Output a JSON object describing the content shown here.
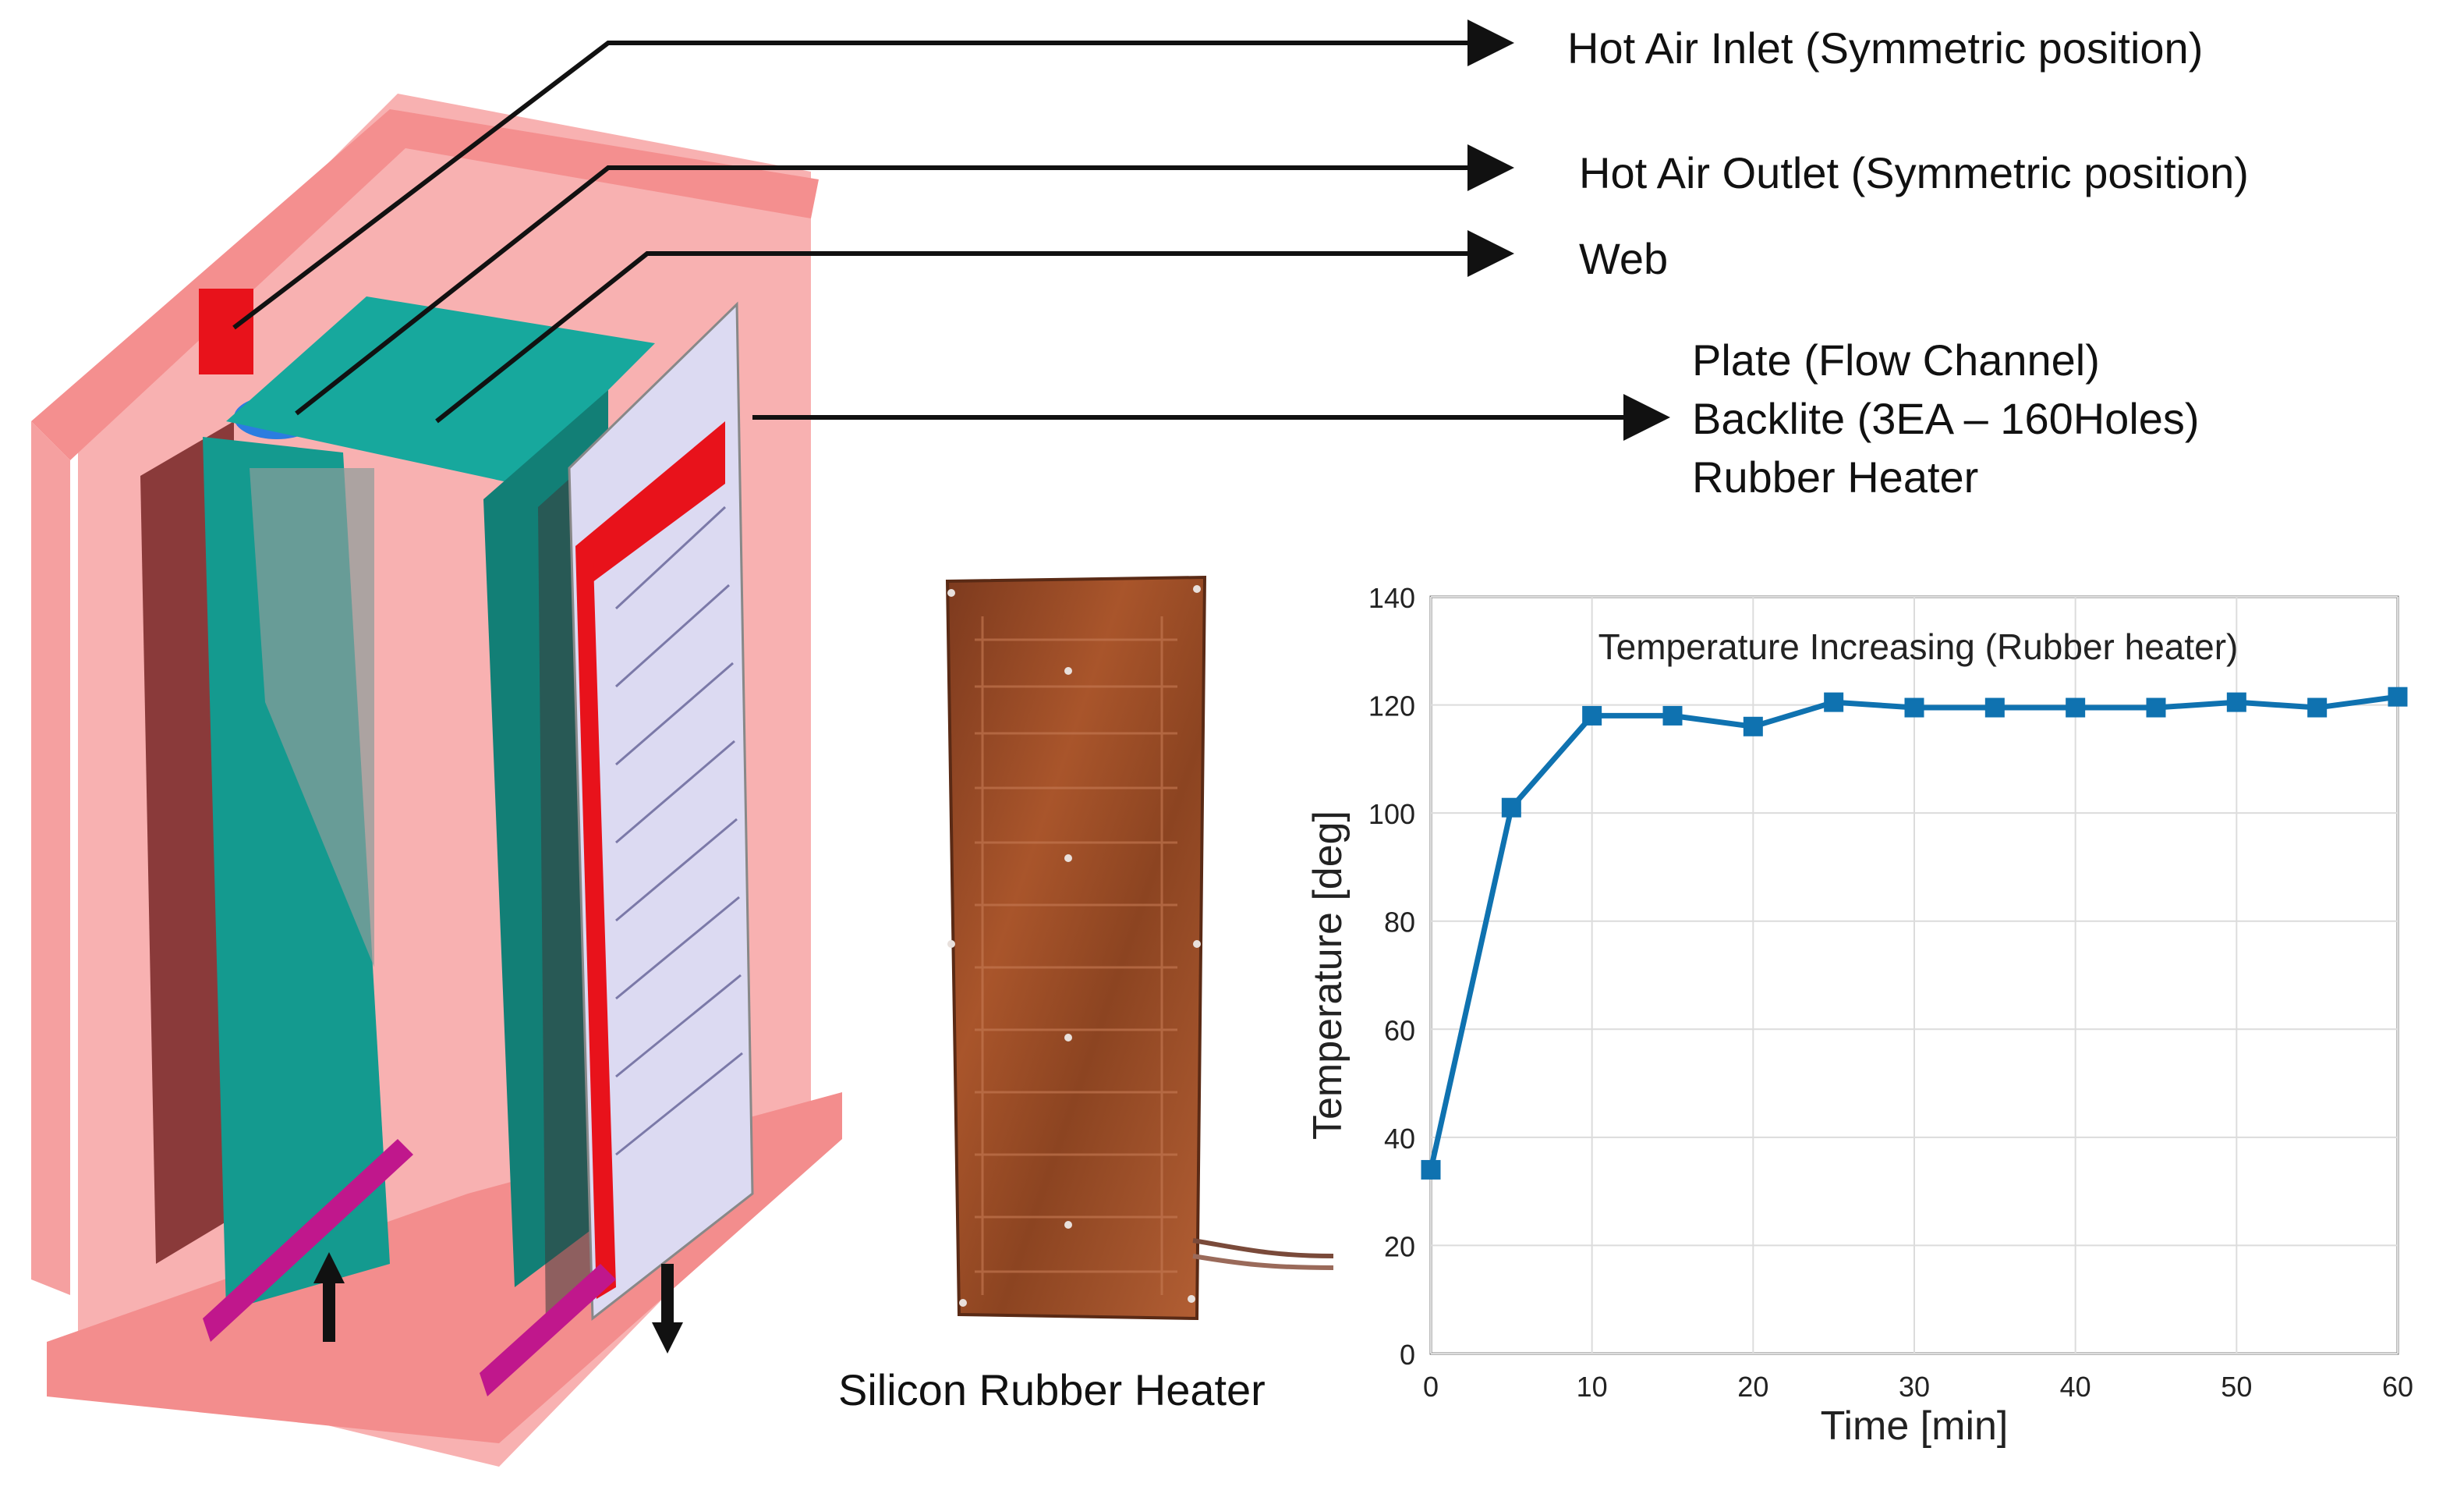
{
  "callouts": {
    "inlet": "Hot Air Inlet (Symmetric position)",
    "outlet": "Hot Air Outlet (Symmetric position)",
    "web": "Web",
    "plate": "Plate (Flow Channel)",
    "backlite": "Backlite (3EA – 160Holes)",
    "heater": "Rubber Heater"
  },
  "heater_photo": {
    "caption": "Silicon Rubber Heater"
  },
  "colors": {
    "housing": "#f7a3a3",
    "duct": "#1aa59b",
    "plate": "#dcdaf2",
    "heater_red": "#e8121b",
    "inlet_blue": "#2b7de0",
    "bar_magenta": "#c0178c",
    "heater_brown": "#9a4a26",
    "series": "#0f72b0"
  },
  "chart_data": {
    "type": "line",
    "title": "Temperature Increasing (Rubber heater)",
    "xlabel": "Time [min]",
    "ylabel": "Temperature [deg]",
    "xlim": [
      0,
      60
    ],
    "ylim": [
      0,
      140
    ],
    "xticks": [
      0,
      10,
      20,
      30,
      40,
      50,
      60
    ],
    "yticks": [
      0,
      20,
      40,
      60,
      80,
      100,
      120,
      140
    ],
    "grid": true,
    "marker": "square",
    "series": [
      {
        "x": [
          0,
          5,
          10,
          15,
          20,
          25,
          30,
          35,
          40,
          45,
          50,
          55,
          60
        ],
        "y": [
          34,
          101,
          118,
          118,
          116,
          120.5,
          119.5,
          119.5,
          119.5,
          119.5,
          120.5,
          119.5,
          121.5
        ]
      }
    ]
  }
}
